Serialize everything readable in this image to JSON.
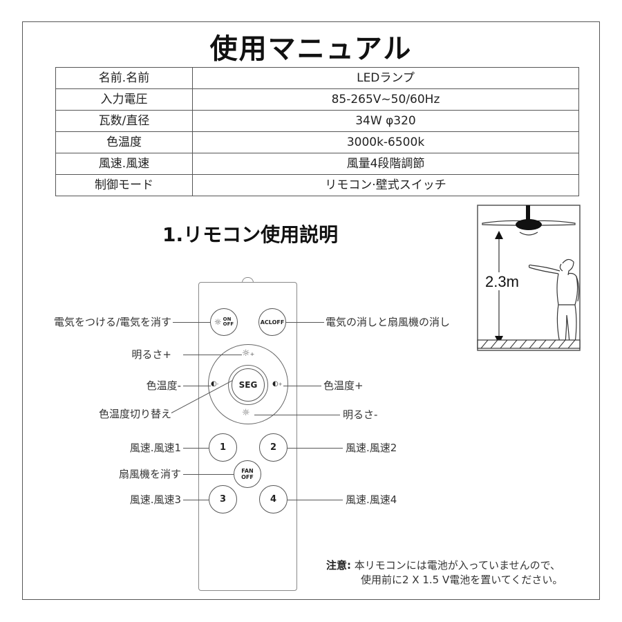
{
  "title": "使用マニュアル",
  "spec_table": {
    "rows": [
      {
        "key": "名前.名前",
        "value": "LEDランプ"
      },
      {
        "key": "入力電圧",
        "value": "85-265V~50/60Hz"
      },
      {
        "key": "瓦数/直径",
        "value": "34W  φ320"
      },
      {
        "key": "色温度",
        "value": "3000k-6500k"
      },
      {
        "key": "風速.風速",
        "value": "風量4段階調節"
      },
      {
        "key": "制御モード",
        "value": "リモコン·壁式スイッチ"
      }
    ]
  },
  "section_heading": "1.リモコン使用説明",
  "illustration": {
    "height_label": "2.3m",
    "description": "ceiling fan light with person pointing remote"
  },
  "remote": {
    "buttons": {
      "power": {
        "line1": "ON",
        "line2": "OFF",
        "icon": "sun-icon"
      },
      "acloff": "ACLOFF",
      "seg": "SEG",
      "brightness_up_icon": "sun-plus-icon",
      "brightness_down_icon": "sun-minus-icon",
      "ct_down_icon": "k-minus-icon",
      "ct_up_icon": "k-plus-icon",
      "speed1": "1",
      "speed2": "2",
      "speed3": "3",
      "speed4": "4",
      "fan_off": {
        "line1": "FAN",
        "line2": "OFF"
      }
    }
  },
  "callouts": {
    "power": "電気をつける/電気を消す",
    "acloff": "電気の消しと扇風機の消し",
    "brightness_up": "明るさ+",
    "ct_down": "色温度-",
    "ct_up": "色温度+",
    "ct_switch": "色温度切り替え",
    "brightness_down": "明るさ-",
    "speed1": "風速.風速1",
    "speed2": "風速.風速2",
    "fan_off": "扇風機を消す",
    "speed3": "風速.風速3",
    "speed4": "風速.風速4"
  },
  "note": {
    "label": "注意:",
    "line1": "本リモコンには電池が入っていませんので、",
    "line2": "使用前に2 X 1.5 V電池を置いてください。"
  }
}
